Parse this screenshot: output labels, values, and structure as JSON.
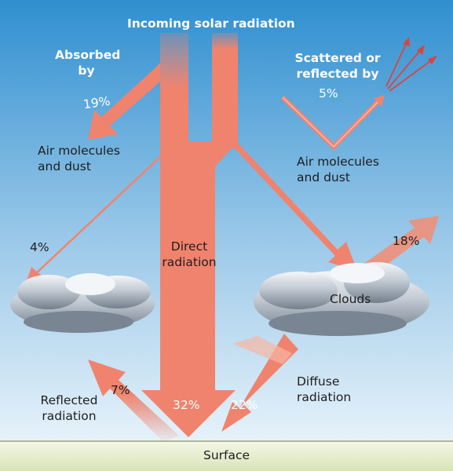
{
  "title": "Incoming solar radiation",
  "colors": {
    "sky_top": "#2f8fd0",
    "sky_bottom": "#e6f2fa",
    "arrow": "#f0836d",
    "arrow_light": "#f6b6a4",
    "cloud_light": "#eef2f6",
    "cloud_dark": "#7f8b99",
    "surface": "#e7edcf"
  },
  "labels": {
    "absorbed": [
      "Absorbed",
      "by"
    ],
    "scattered": [
      "Scattered or",
      "reflected by"
    ],
    "air_left": [
      "Air molecules",
      "and dust"
    ],
    "air_right": [
      "Air molecules",
      "and dust"
    ],
    "direct": [
      "Direct",
      "radiation"
    ],
    "clouds": "Clouds",
    "diffuse": [
      "Diffuse",
      "radiation"
    ],
    "reflected": [
      "Reflected",
      "radiation"
    ],
    "surface": "Surface"
  },
  "percentages": {
    "absorbed_air": "19%",
    "scattered_air": "5%",
    "absorbed_clouds": "4%",
    "reflected_clouds": "18%",
    "reflected_surface": "7%",
    "direct": "32%",
    "diffuse": "22%"
  }
}
